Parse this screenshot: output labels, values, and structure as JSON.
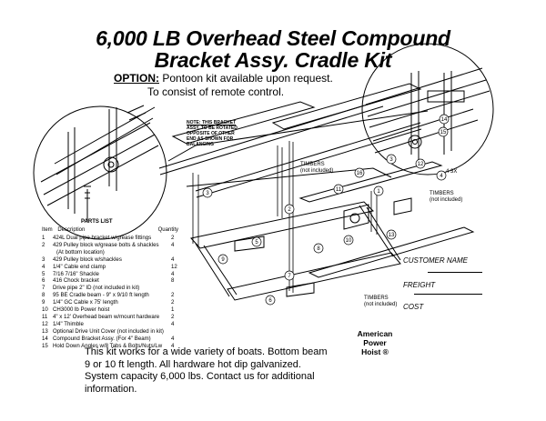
{
  "title_line1": "6,000 LB Overhead Steel Compound",
  "title_line2": "Bracket Assy. Cradle Kit",
  "option_label": "OPTION:",
  "option_text": "Pontoon kit available upon request.",
  "option_text2": "To consist of remote control.",
  "note_lines": [
    "NOTE: THIS BRACKET",
    "ASSY. TO BE ROTATED",
    "OPPOSITE OF OTHER",
    "END AS SHOWN FOR",
    "BALANCING"
  ],
  "timbers_1": [
    "TIMBERS",
    "(not included)"
  ],
  "timbers_2": [
    "TIMBERS",
    "(not included)"
  ],
  "timbers_3": [
    "TIMBERS",
    "(not included)"
  ],
  "parts_list_title": "PARTS LIST",
  "parts_col_item": "Item",
  "parts_col_desc": "Description",
  "parts_col_qty": "Quantity",
  "parts": [
    {
      "n": "1",
      "d": "424L Dual pipe bracket w/grease fittings",
      "q": "2"
    },
    {
      "n": "2",
      "d": "429 Pulley block w/grease bolts & shackles",
      "q": "4"
    },
    {
      "n": "",
      "d": "(At bottom location)",
      "q": ""
    },
    {
      "n": "3",
      "d": "429 Pulley block w/shackles",
      "q": "4"
    },
    {
      "n": "4",
      "d": "1/4\" Cable end clamp",
      "q": "12"
    },
    {
      "n": "5",
      "d": "7/16 7/16\" Shackle",
      "q": "4"
    },
    {
      "n": "6",
      "d": "416 Chock bracket",
      "q": "8"
    },
    {
      "n": "7",
      "d": "Drive pipe 2\" ID (not included in kit)",
      "q": ""
    },
    {
      "n": "8",
      "d": "95 BE Cradle beam - 9\" x 9/10 ft length",
      "q": "2"
    },
    {
      "n": "9",
      "d": "1/4\" GC Cable x 75' length",
      "q": "2"
    },
    {
      "n": "10",
      "d": "CH3000 lb Power hoist",
      "q": "1"
    },
    {
      "n": "11",
      "d": "4\" x 12' Overhead beam w/mount hardware",
      "q": "2"
    },
    {
      "n": "12",
      "d": "1/4\" Thimble",
      "q": "4"
    },
    {
      "n": "13",
      "d": "Optional Drive Unit Cover (not included in kit)",
      "q": ""
    },
    {
      "n": "14",
      "d": "Compound Bracket Assy. (For 4\" Beam)",
      "q": "4"
    },
    {
      "n": "15",
      "d": "Hold Down Angles w/8 Tabs & Bolts/Nuts/Lw",
      "q": "4"
    }
  ],
  "callout_4_3x": "4 3X",
  "customer_name": "CUSTOMER NAME",
  "freight": "FREIGHT",
  "cost": "COST",
  "brand_line1": "American",
  "brand_line2": "Power",
  "brand_line3": "Hoist ®",
  "desc_lines": [
    "This kit works for a wide variety of boats.  Bottom beam",
    "9 or 10 ft length.  All hardware hot dip galvanized.",
    "System capacity 6,000 lbs. Contact us for additional",
    "information."
  ],
  "callouts": [
    "1",
    "2",
    "3",
    "4",
    "5",
    "6",
    "7",
    "8",
    "9",
    "10",
    "11",
    "12",
    "13",
    "14",
    "15"
  ]
}
